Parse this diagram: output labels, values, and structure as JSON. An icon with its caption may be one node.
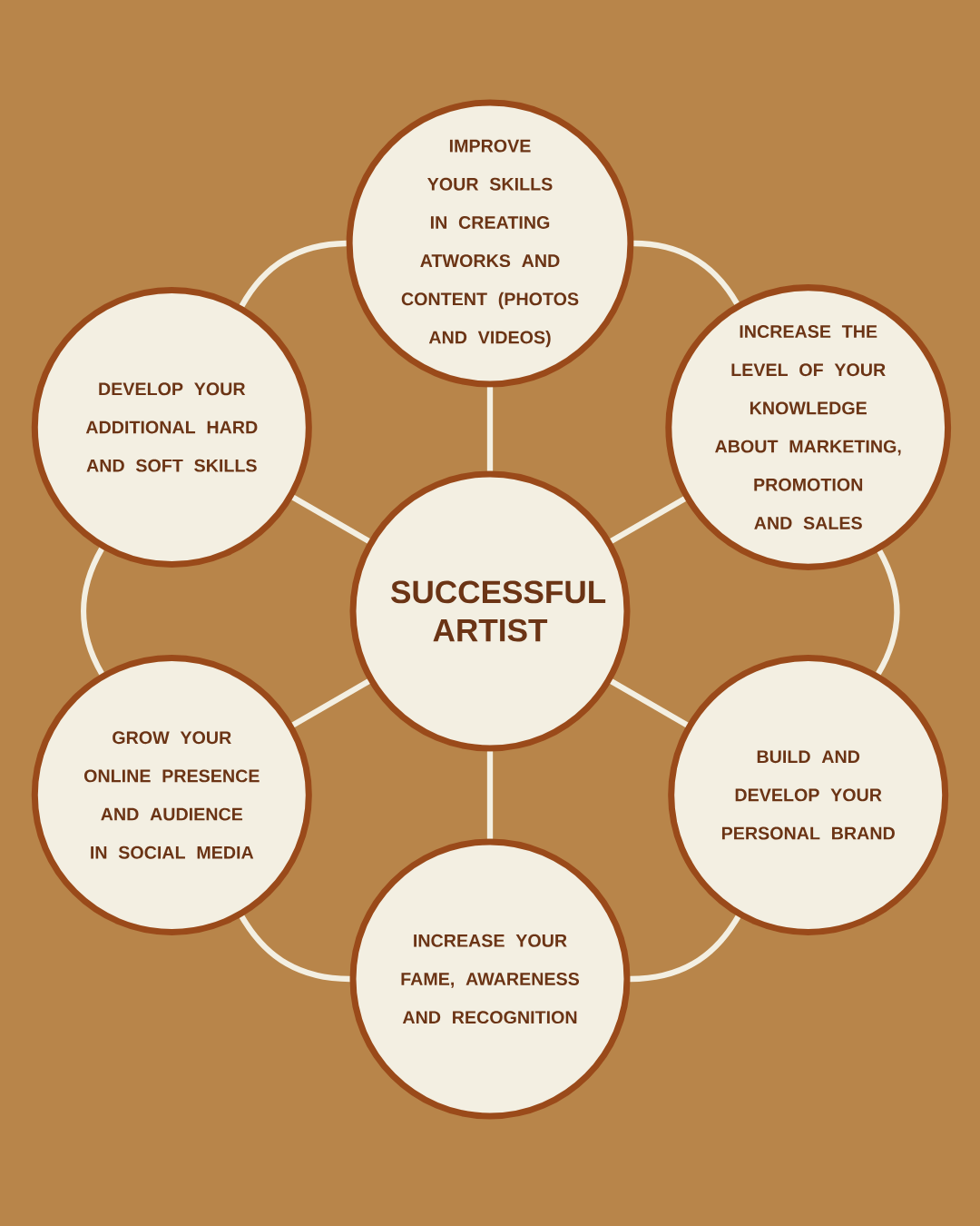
{
  "diagram": {
    "nodes": [
      {
        "text": [
          "IMPROVE YOUR SKILLS IN CREATING ATWORKS AND CONTENT (PHOTOS AND VIDEOS)"
        ]
      },
      {
        "text": [
          "DEVELOP YOUR ADDITIONAL HARD AND SOFT SKILLS"
        ]
      },
      {
        "text": [
          "INCREASE THE LEVEL OF YOUR KNOWLEDGE ABOUT MARKETING, PROMOTION AND SALES"
        ]
      },
      {
        "text": [
          "SUCCESSFUL ARTIST"
        ]
      },
      {
        "text": [
          "GROW YOUR ONLINE PRESENCE AND AUDIENCE IN SOCIAL MEDIA"
        ]
      },
      {
        "text": [
          "BUILD AND DEVELOP YOUR PERSONAL BRAND"
        ]
      },
      {
        "text": [
          "INCREASE YOUR FAME, AWARENESS AND RECOGNITION"
        ]
      }
    ],
    "edges": [
      {
        "from": 3,
        "to": 0,
        "arrow": "none"
      },
      {
        "from": 3,
        "to": 2,
        "arrow": "none"
      },
      {
        "from": 3,
        "to": 5,
        "arrow": "none"
      },
      {
        "from": 3,
        "to": 6,
        "arrow": "none"
      },
      {
        "from": 3,
        "to": 4,
        "arrow": "none"
      },
      {
        "from": 3,
        "to": 1,
        "arrow": "none"
      },
      {
        "from": 0,
        "to": 2,
        "arrow": "none"
      },
      {
        "from": 2,
        "to": 5,
        "arrow": "none"
      },
      {
        "from": 5,
        "to": 6,
        "arrow": "none"
      },
      {
        "from": 6,
        "to": 4,
        "arrow": "none"
      },
      {
        "from": 4,
        "to": 1,
        "arrow": "none"
      },
      {
        "from": 1,
        "to": 0,
        "arrow": "none"
      }
    ]
  }
}
